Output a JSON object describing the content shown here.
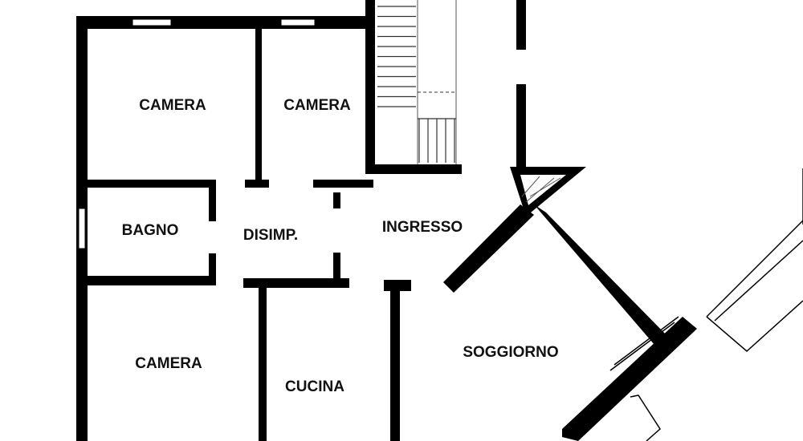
{
  "rooms": {
    "camera_top_left": "CAMERA",
    "camera_top_right": "CAMERA",
    "bagno": "BAGNO",
    "disimpegno": "DISIMP.",
    "ingresso": "INGRESSO",
    "camera_bottom": "CAMERA",
    "cucina": "CUCINA",
    "soggiorno": "SOGGIORNO"
  },
  "colors": {
    "wall": "#000000",
    "background": "#ffffff"
  }
}
